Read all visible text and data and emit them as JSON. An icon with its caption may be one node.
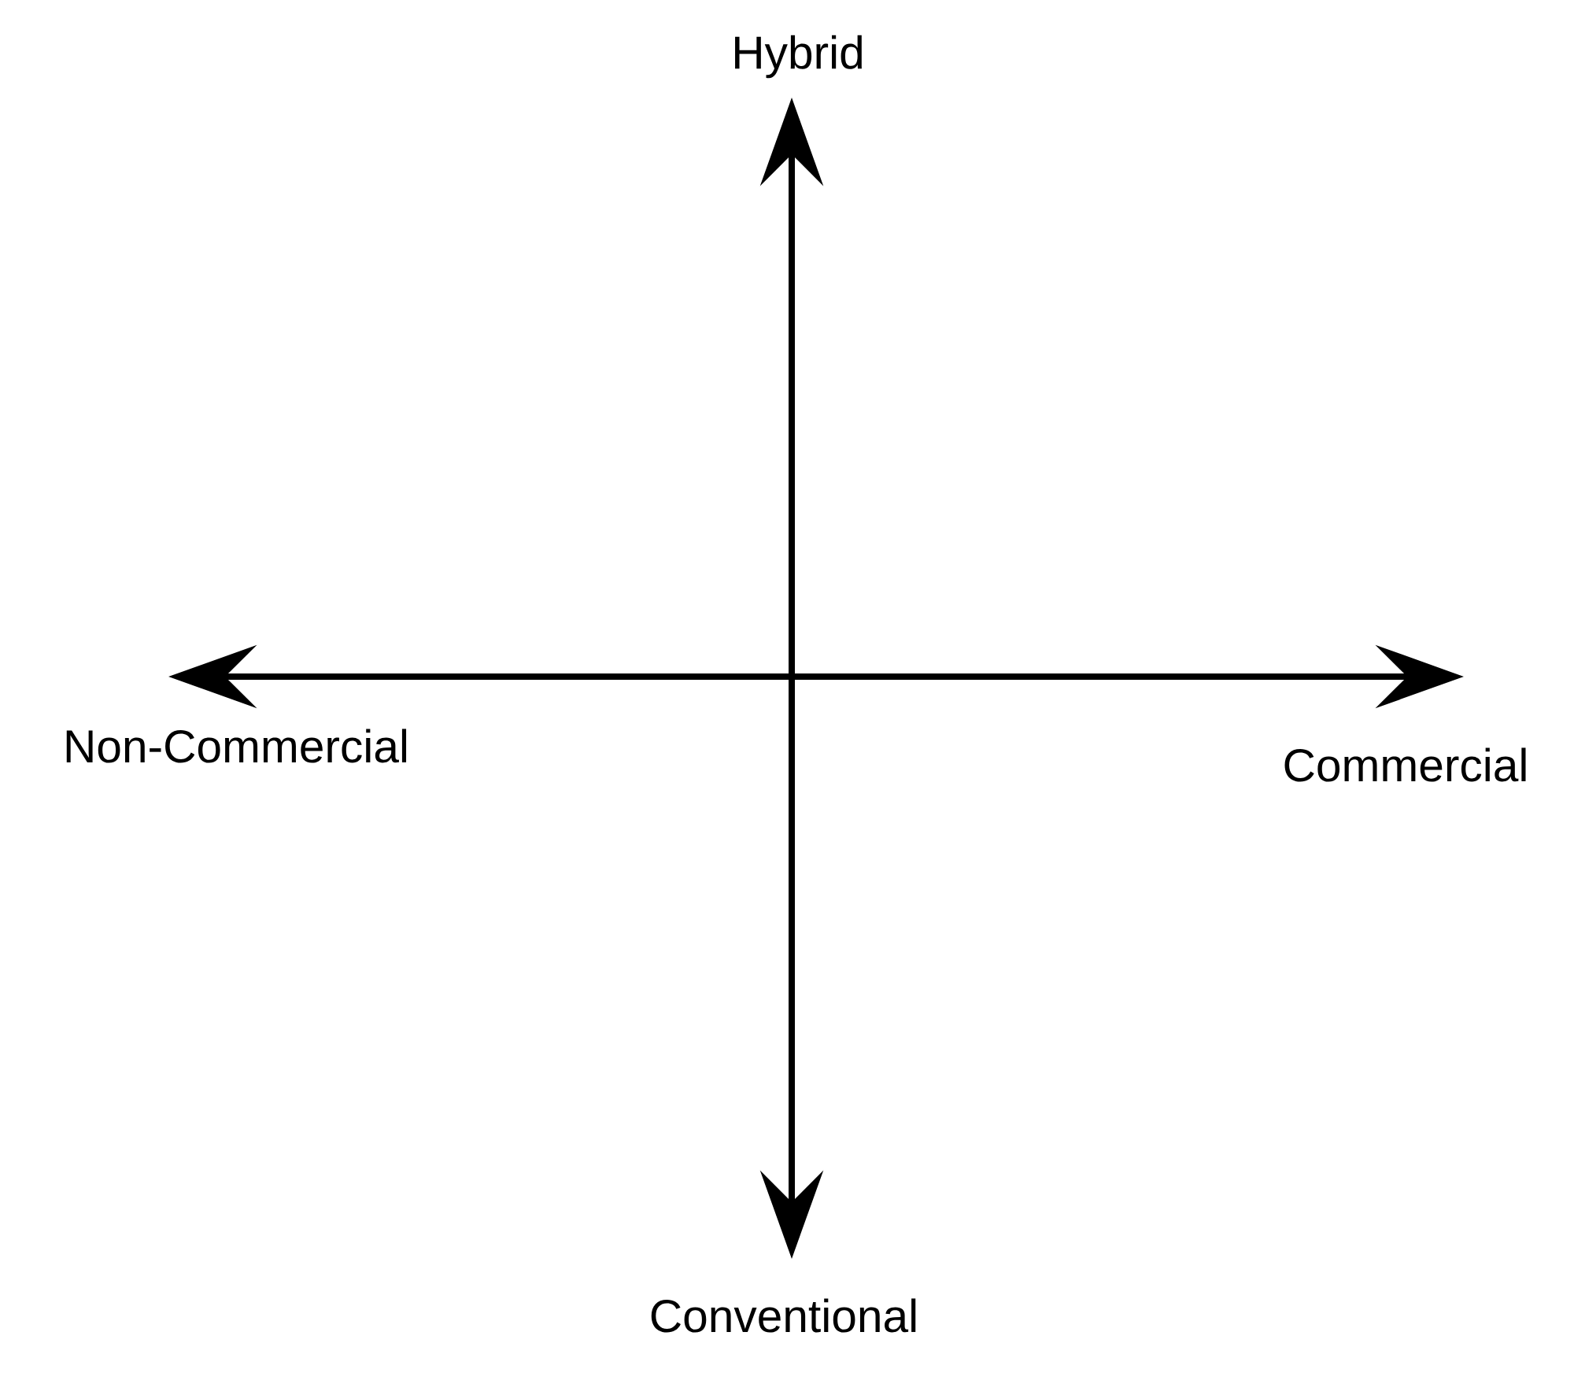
{
  "diagram": {
    "labels": [
      "Hybrid",
      "Non-Commercial",
      "Commercial",
      "Conventional"
    ]
  }
}
